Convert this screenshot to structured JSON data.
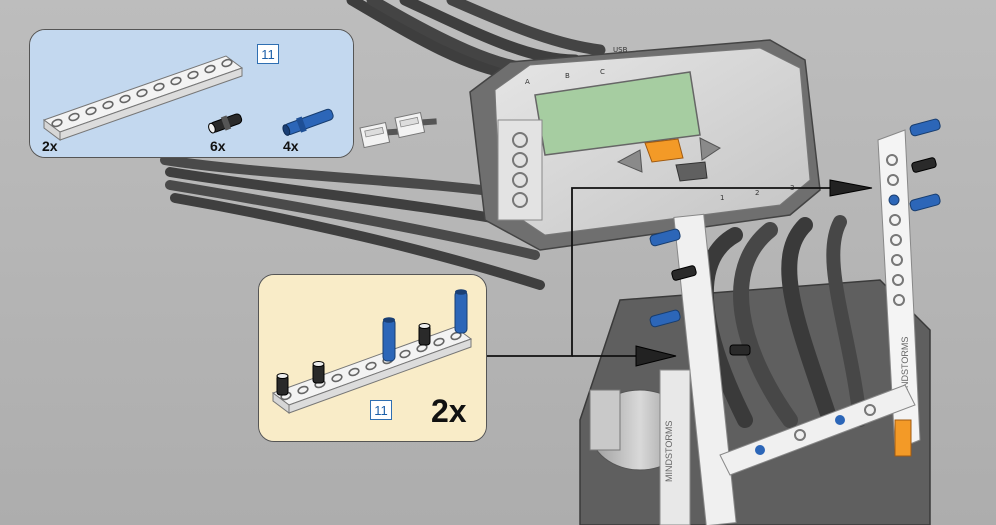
{
  "colors": {
    "parts_panel_bg": "#c3d8ef",
    "sub_panel_bg": "#f9ecc8",
    "cable": "#4a4a4a",
    "beam": "#ececec",
    "blue_pin": "#2c66b8",
    "black_pin": "#2a2a2a",
    "orange_button": "#f39a27",
    "lcd": "#a9cfa3",
    "brick_body": "#d7d7d7",
    "dark_gray": "#5f5f5f"
  },
  "parts_list": {
    "beam": {
      "icon": "technic-beam-11-icon",
      "length": "11",
      "count": "2x"
    },
    "black_pin": {
      "icon": "black-friction-pin-icon",
      "count": "6x"
    },
    "blue_pin": {
      "icon": "blue-axle-pin-icon",
      "count": "4x"
    }
  },
  "subassembly": {
    "icon": "beam-with-pins-icon",
    "length": "11",
    "count": "2x"
  },
  "brick_port_labels": [
    "A",
    "B",
    "C",
    "USB",
    "1",
    "2",
    "3"
  ],
  "beam_brand_text": [
    "MINDSTORMS",
    "MINDSTORMS"
  ],
  "icons": {
    "nxt_brick": "nxt-brick-icon",
    "cable_plug": "cable-plug-icon",
    "arrow": "arrow-icon"
  }
}
